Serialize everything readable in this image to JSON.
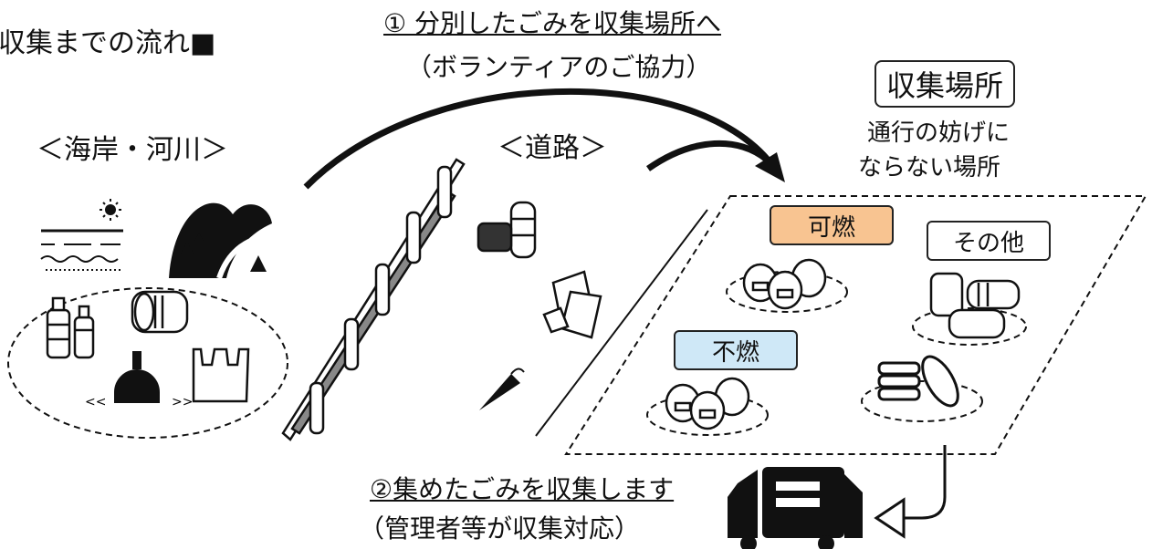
{
  "title": "収集までの流れ■",
  "step1": {
    "text": "① 分別したごみを収集場所へ",
    "sub": "（ボランティアのご協力）"
  },
  "step2": {
    "text": "②集めたごみを収集します",
    "sub": "（管理者等が収集対応）"
  },
  "areas": {
    "shore": "＜海岸・河川＞",
    "road": "＜道路＞"
  },
  "collection": {
    "title": "収集場所",
    "note_line1": "通行の妨げに",
    "note_line2": "ならない場所",
    "burnable": "可燃",
    "nonburnable": "不燃",
    "other": "その他"
  },
  "colors": {
    "burnable_bg": "#f8c491",
    "nonburnable_bg": "#cfe8f7",
    "ink": "#111111"
  }
}
